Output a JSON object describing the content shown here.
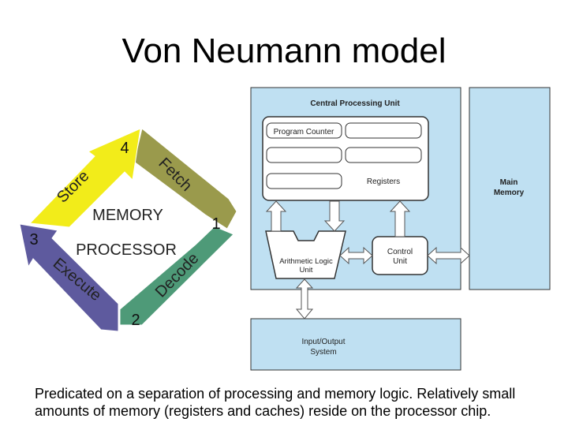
{
  "title": "Von Neumann model",
  "cycle": {
    "center_line1": "MEMORY",
    "center_line2": "PROCESSOR",
    "steps": [
      {
        "number": "1",
        "label": "Fetch",
        "color": "#9a9a4c"
      },
      {
        "number": "2",
        "label": "Decode",
        "color": "#4e9a78"
      },
      {
        "number": "3",
        "label": "Execute",
        "color": "#5e5a9e"
      },
      {
        "number": "4",
        "label": "Store",
        "color": "#f2ec1a"
      }
    ]
  },
  "architecture": {
    "cpu_title": "Central Processing Unit",
    "program_counter": "Program Counter",
    "registers": "Registers",
    "alu_line1": "Arithmetic Logic",
    "alu_line2": "Unit",
    "control_line1": "Control",
    "control_line2": "Unit",
    "memory_line1": "Main",
    "memory_line2": "Memory",
    "io_line1": "Input/Output",
    "io_line2": "System",
    "box_color": "#bfe0f2"
  },
  "caption": "Predicated on a separation of processing and memory logic.  Relatively small amounts of memory (registers and caches) reside on the processor chip."
}
